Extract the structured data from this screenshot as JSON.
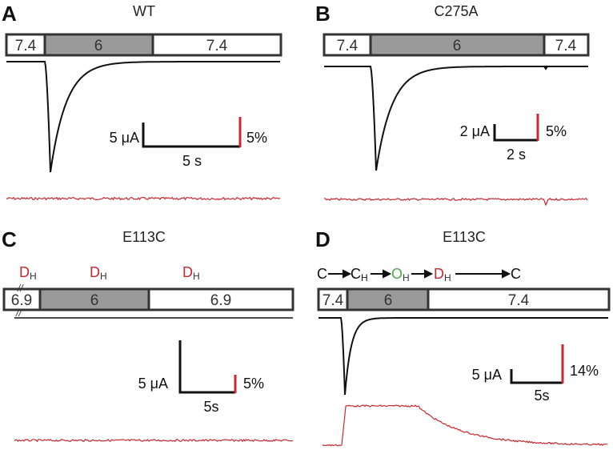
{
  "colors": {
    "current_trace": "#111111",
    "fluorescence_trace": "#c8282f",
    "ph6_fill": "#9a9a9a",
    "ph_high_fill": "#ffffff",
    "D_state": "#c8282f",
    "O_state": "#4aaa4a",
    "other_state": "#111111"
  },
  "chart_data": [
    {
      "type": "line",
      "panel": "A",
      "title": "WT",
      "ph_bar": [
        {
          "label": "7.4",
          "fill": "white"
        },
        {
          "label": "6",
          "fill": "gray"
        },
        {
          "label": "7.4",
          "fill": "white"
        }
      ],
      "series": [
        {
          "name": "current",
          "description": "rapid inward current peak on pH 6, decays back to baseline",
          "peak_relative": -1.0
        },
        {
          "name": "fluorescence",
          "description": "flat, no change"
        }
      ],
      "scale_bars": {
        "current": "5 μA",
        "time": "5 s",
        "fluorescence": "5%"
      }
    },
    {
      "type": "line",
      "panel": "B",
      "title": "C275A",
      "ph_bar": [
        {
          "label": "7.4",
          "fill": "white"
        },
        {
          "label": "6",
          "fill": "gray"
        },
        {
          "label": "7.4",
          "fill": "white"
        }
      ],
      "series": [
        {
          "name": "current",
          "description": "inward current peak, decays to baseline; small dip at return to pH 7.4",
          "peak_relative": -1.0
        },
        {
          "name": "fluorescence",
          "description": "flat with small dip at return to pH 7.4"
        }
      ],
      "scale_bars": {
        "current": "2 μA",
        "time": "2 s",
        "fluorescence": "5%"
      }
    },
    {
      "type": "line",
      "panel": "C",
      "title": "E113C",
      "states": [
        {
          "letter": "D",
          "sub": "H",
          "color": "red"
        },
        {
          "letter": "D",
          "sub": "H",
          "color": "red"
        },
        {
          "letter": "D",
          "sub": "H",
          "color": "red"
        }
      ],
      "ph_bar": [
        {
          "label": "6.9",
          "fill": "white"
        },
        {
          "label": "6",
          "fill": "gray"
        },
        {
          "label": "6.9",
          "fill": "white"
        }
      ],
      "series": [
        {
          "name": "current",
          "description": "flat, no current"
        },
        {
          "name": "fluorescence",
          "description": "flat, no change"
        }
      ],
      "scale_bars": {
        "current": "5 μA",
        "time": "5s",
        "fluorescence": "5%"
      }
    },
    {
      "type": "line",
      "panel": "D",
      "title": "E113C",
      "states": [
        {
          "letter": "C",
          "sub": "",
          "color": "black"
        },
        {
          "letter": "C",
          "sub": "H",
          "color": "black"
        },
        {
          "letter": "O",
          "sub": "H",
          "color": "green"
        },
        {
          "letter": "D",
          "sub": "H",
          "color": "red"
        },
        {
          "letter": "C",
          "sub": "",
          "color": "black"
        }
      ],
      "ph_bar": [
        {
          "label": "7.4",
          "fill": "white"
        },
        {
          "label": "6",
          "fill": "gray"
        },
        {
          "label": "7.4",
          "fill": "white"
        }
      ],
      "series": [
        {
          "name": "current",
          "description": "sharp inward current peak, fast decay to baseline",
          "peak_relative": -1.0
        },
        {
          "name": "fluorescence",
          "description": "step increase during pH 6, slow decay after return to pH 7.4",
          "plateau_relative": 1.0
        }
      ],
      "scale_bars": {
        "current": "5 μA",
        "time": "5s",
        "fluorescence": "14%"
      }
    }
  ]
}
